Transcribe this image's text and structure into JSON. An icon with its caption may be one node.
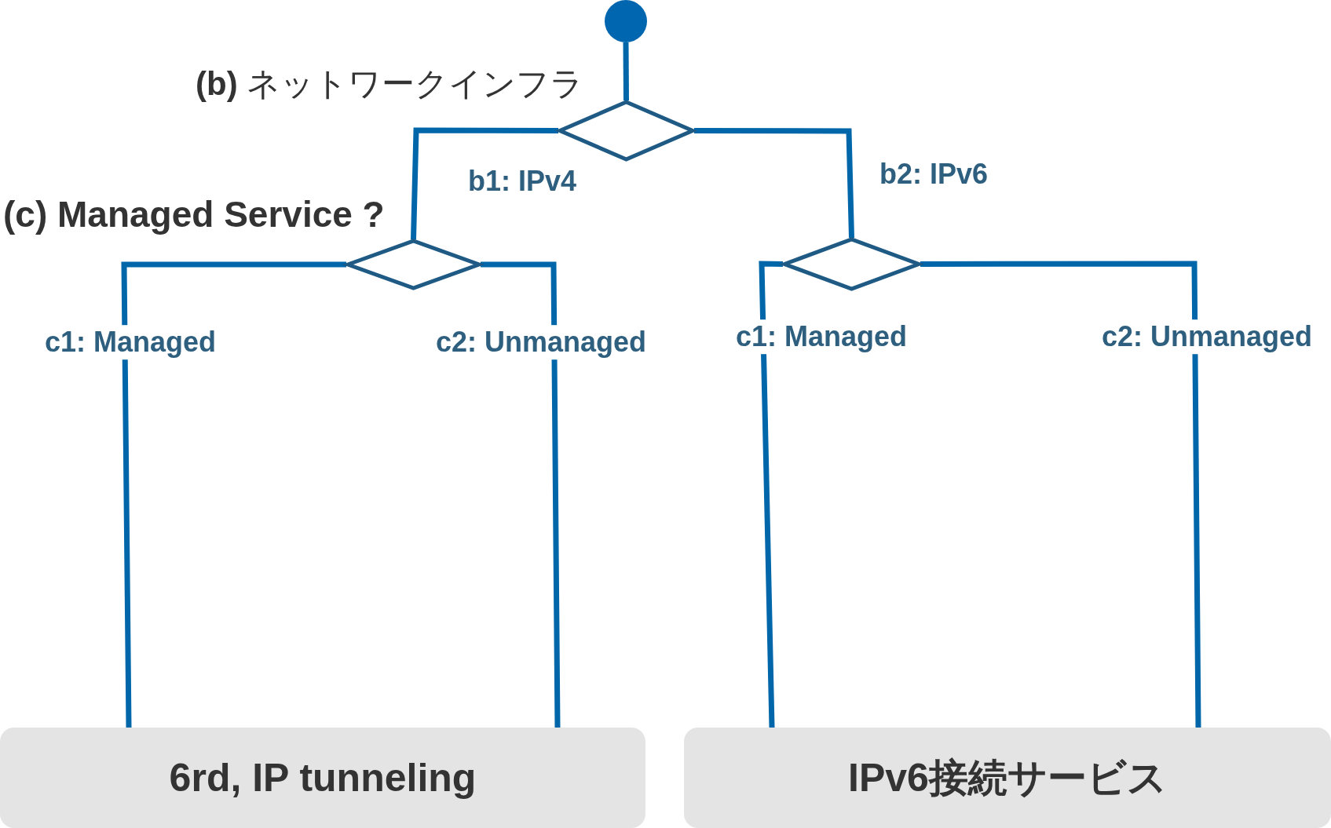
{
  "diagram": {
    "nodes": [
      {
        "text": [],
        "shape": "circle"
      },
      {
        "text": [
          "**(b)** ネットワークインフラ"
        ]
      },
      {
        "text": [
          "(c) Managed Service ?"
        ]
      },
      {
        "text": [],
        "shape": "diamond"
      },
      {
        "text": [
          "6rd, IP tunneling"
        ]
      },
      {
        "text": [
          "IPv6接続サービス"
        ]
      }
    ],
    "edges": [
      {
        "from": 0,
        "to": 1,
        "arrow": "none"
      },
      {
        "from": 1,
        "to": 2,
        "arrow": "none",
        "label": "b1: IPv4"
      },
      {
        "from": 1,
        "to": 3,
        "arrow": "none",
        "label": "b2: IPv6"
      },
      {
        "from": 2,
        "to": 4,
        "arrow": "none",
        "label": "c1: Managed"
      },
      {
        "from": 2,
        "to": 4,
        "arrow": "none",
        "label": "c2: Unmanaged"
      },
      {
        "from": 3,
        "to": 5,
        "arrow": "none",
        "label": "c1: Managed"
      },
      {
        "from": 3,
        "to": 5,
        "arrow": "none",
        "label": "c2: Unmanaged"
      }
    ]
  }
}
